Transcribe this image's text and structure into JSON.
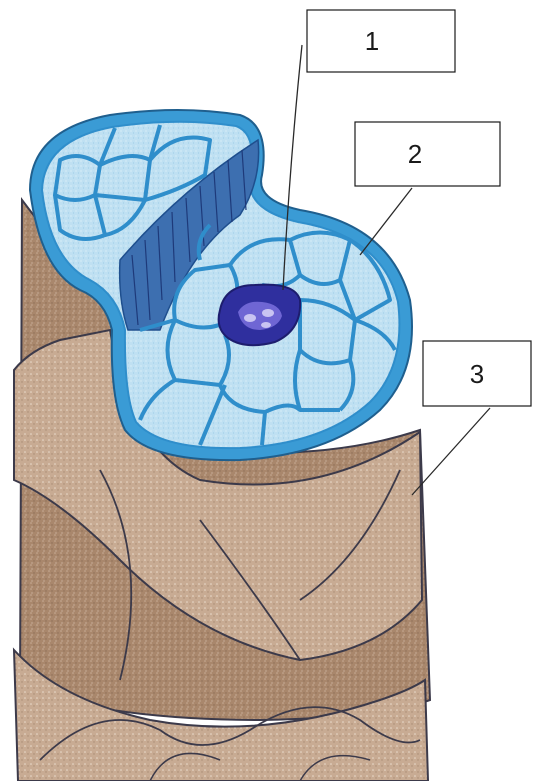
{
  "labels": [
    {
      "id": "1",
      "text": "1"
    },
    {
      "id": "2",
      "text": "2"
    },
    {
      "id": "3",
      "text": "3"
    }
  ],
  "colors": {
    "sheath_brown": "#a9876c",
    "sheath_light": "#d8c2ae",
    "sheath_edge": "#3c3a4a",
    "cell_fill": "#bfe0f2",
    "cell_wall": "#2f8ecb",
    "vascular_core": "#2f2f9e",
    "vascular_center": "#7a6fd6"
  }
}
